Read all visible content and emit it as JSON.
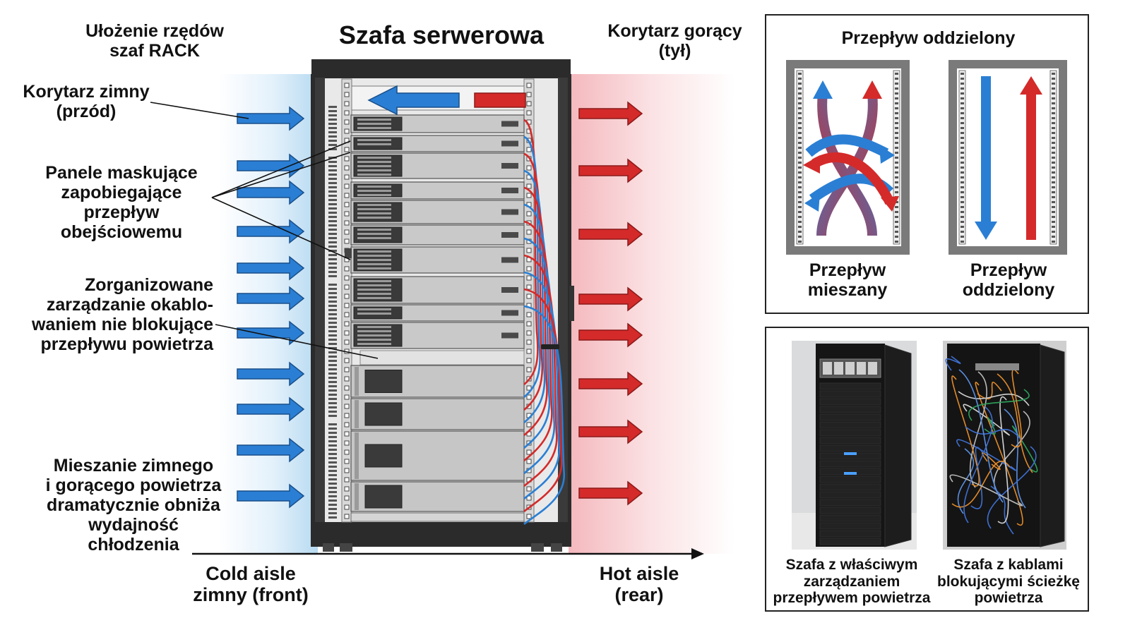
{
  "main": {
    "title": "Szafa serwerowa",
    "row_layout_label": "Ułożenie rzędów\nszaf RACK",
    "hot_corridor_label": "Korytarz gorący\n(tył)",
    "cold_corridor_label": "Korytarz zimny\n(przód)",
    "blanking_panels_label": "Panele maskujące\nzapobiegające\nprzepływ obejściowemu",
    "cable_mgmt_label": "Zorganizowane\nzarządzanie okablo-\nwaniem nie blokujące\nprzepływu powietrza",
    "mixing_label": "Mieszanie zimnego\ni gorącego powietrza\ndramatycznie obniża\nwydajność chłodzenia",
    "cold_aisle_label": "Cold aisle\nzimny (front)",
    "hot_aisle_label": "Hot aisle\n(rear)"
  },
  "flow_panel": {
    "title": "Przepływ oddzielony",
    "mixed_caption": "Przepływ\nmieszany",
    "separated_caption": "Przepływ\noddzielony"
  },
  "photos_panel": {
    "left_caption": "Szafa z właściwym\nzarządzaniem\nprzepływem powietrza",
    "right_caption": "Szafa z kablami\nblokującymi ścieżkę\npowietrza"
  },
  "colors": {
    "cold": "#2a7fd4",
    "hot": "#d42a2a",
    "rack": "#2b2b2b",
    "server": "#c9c9c9"
  }
}
